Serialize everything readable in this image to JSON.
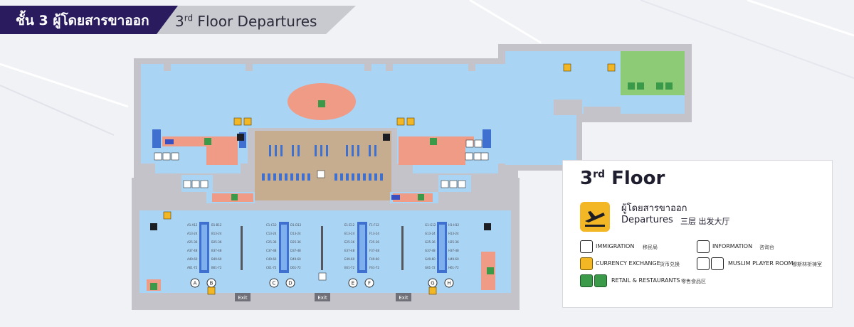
{
  "header": {
    "thai_title": "ชั้น 3  ผู้โดยสารขาออก",
    "english_title": "3",
    "english_sup": "rd",
    "english_rest": " Floor Departures"
  },
  "colors": {
    "hall": "#a9d4f3",
    "wall": "#c3c3c9",
    "salmon": "#ef9b85",
    "tan": "#c6ad8f",
    "green": "#8ecb76",
    "yellow_icon": "#f3b624",
    "counter_blue": "#3f6fcf",
    "header_purple": "#2a1a5e"
  },
  "map": {
    "counter_letters": [
      "A",
      "B",
      "C",
      "D",
      "E",
      "F",
      "G",
      "H"
    ],
    "exits": [
      "Exit",
      "Exit",
      "Exit"
    ]
  },
  "legend": {
    "title": "3",
    "title_sup": "rd",
    "title_rest": " Floor",
    "departures_thai": "ผู้โดยสารขาออก",
    "departures_en": "Departures",
    "departures_zh": "三层 出发大厅",
    "items": [
      {
        "icon": "immigration-icon",
        "label": "IMMIGRATION",
        "sub": "移民局"
      },
      {
        "icon": "information-icon",
        "label": "INFORMATION",
        "sub": "咨询台"
      },
      {
        "icon": "currency-exchange-icon",
        "label": "CURRENCY EXCHANGE",
        "sub": "货币兑换"
      },
      {
        "icon": "muslim-prayer-room-icon",
        "label": "MUSLIM PLAYER ROOM",
        "sub": "穆斯林祈祷室"
      },
      {
        "icon": "retail-restaurants-icon",
        "label": "RETAIL & RESTAURANTS",
        "sub": "零售食品区"
      }
    ]
  }
}
